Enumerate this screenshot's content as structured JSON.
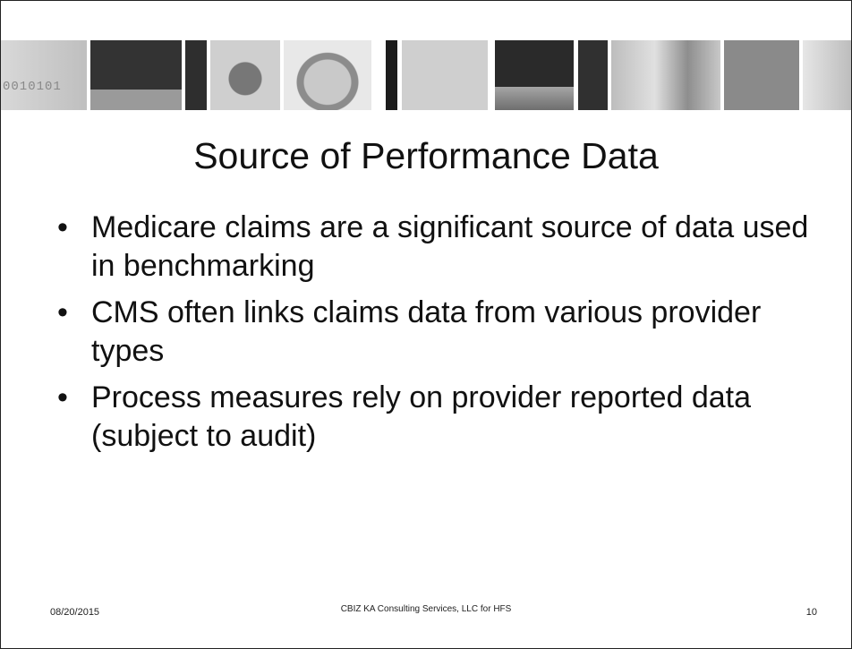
{
  "slide": {
    "title": "Source of Performance Data",
    "bullets": [
      "Medicare claims are a significant source of data used in benchmarking",
      "CMS often links claims data from various provider types",
      "Process measures rely on provider reported data (subject to audit)"
    ],
    "bullet_glyph": "•",
    "banner_text": "0010101"
  },
  "footer": {
    "date": "08/20/2015",
    "center": "CBIZ KA Consulting Services, LLC for HFS",
    "page": "10"
  }
}
